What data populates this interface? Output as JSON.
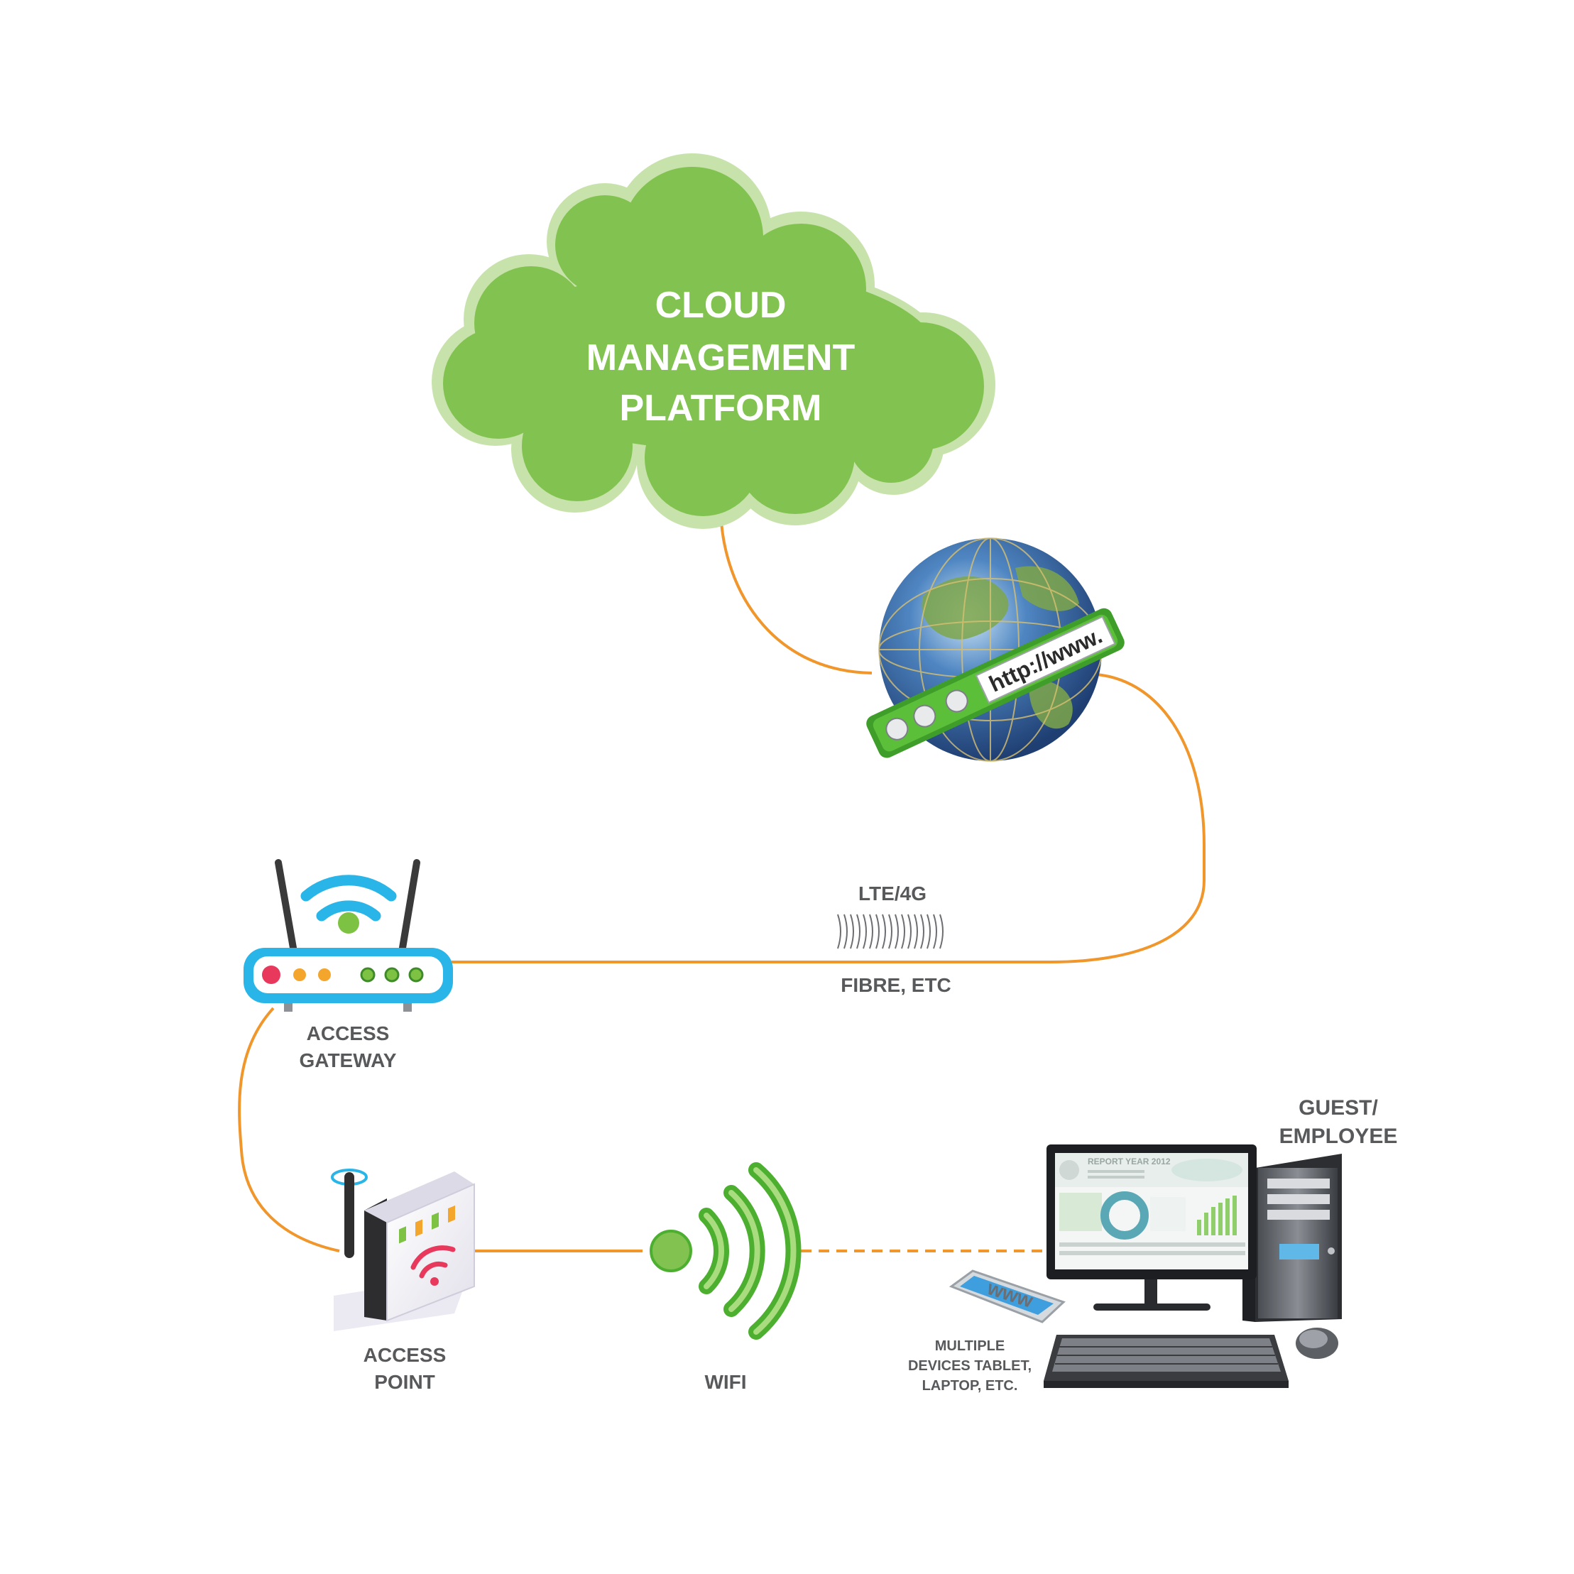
{
  "cloud": {
    "line1": "CLOUD",
    "line2": "MANAGEMENT",
    "line3": "PLATFORM"
  },
  "globe": {
    "url_text": "http://www."
  },
  "link": {
    "label_top": "LTE/4G",
    "label_bottom": "FIBRE, ETC"
  },
  "gateway": {
    "label_line1": "ACCESS",
    "label_line2": "GATEWAY"
  },
  "access_point": {
    "label_line1": "ACCESS",
    "label_line2": "POINT"
  },
  "wifi": {
    "label": "WIFI"
  },
  "endpoint": {
    "label_line1": "GUEST/",
    "label_line2": "EMPLOYEE"
  },
  "devices": {
    "label_line1": "MULTIPLE",
    "label_line2": "DEVICES TABLET,",
    "label_line3": "LAPTOP, ETC."
  },
  "monitor_screen": {
    "title": "REPORT YEAR 2012"
  },
  "tablet": {
    "text": "www"
  },
  "colors": {
    "connector": "#f0962a",
    "cloud": "#82c250",
    "cloud_outline": "#c7e3ab",
    "label": "#58595b",
    "gateway_blue": "#29b5e8",
    "wifi_green": "#4caf2f"
  }
}
